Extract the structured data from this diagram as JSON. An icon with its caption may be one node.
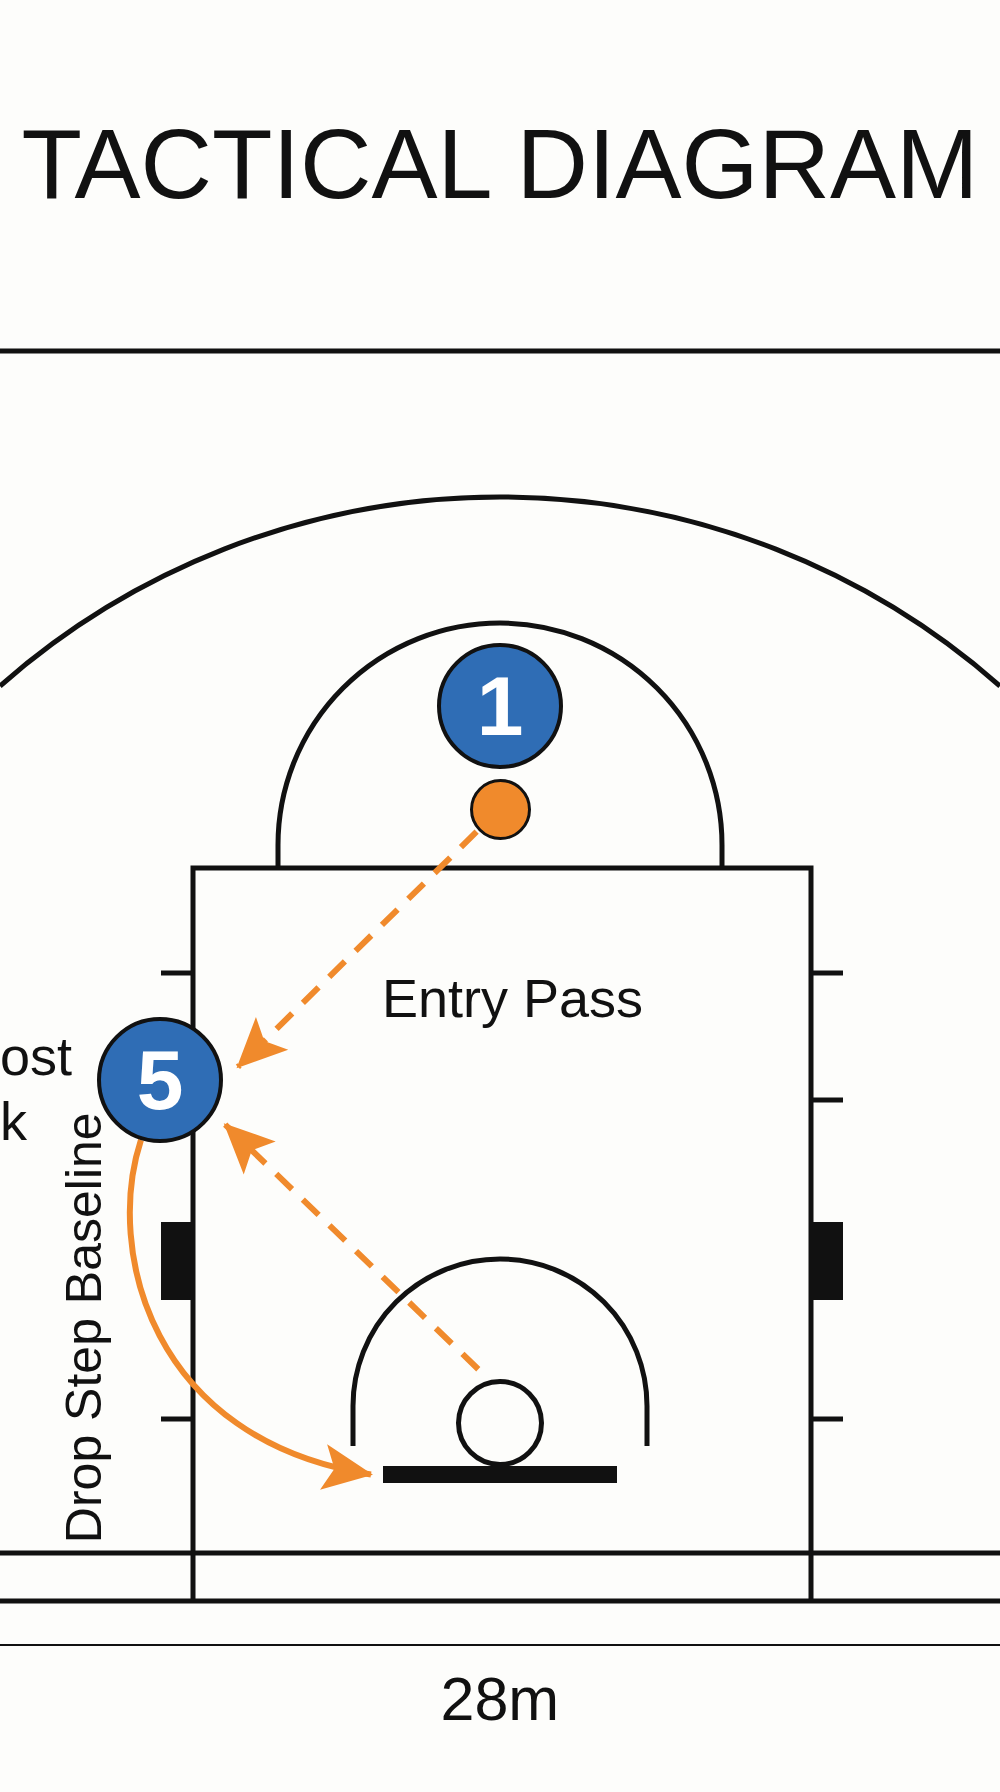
{
  "diagram": {
    "title": "TACTICAL DIAGRAM",
    "nodes": [
      {
        "text": [
          "1"
        ]
      },
      {
        "text": [],
        "shape": "circle"
      },
      {
        "text": [
          "5"
        ],
        "beside": [
          "ost k"
        ]
      },
      {
        "text": [],
        "shape": "circle"
      },
      {
        "text": [],
        "shape": "bar"
      }
    ],
    "edges": [
      {
        "from": 1,
        "to": 2,
        "arrow": "to",
        "style": "dashed",
        "label": "Entry Pass"
      },
      {
        "from": 3,
        "to": 2,
        "arrow": "to",
        "style": "dashed"
      },
      {
        "from": 2,
        "to": 4,
        "arrow": "to",
        "label": "Drop Step Baseline"
      }
    ],
    "labels": [
      "28m"
    ]
  }
}
